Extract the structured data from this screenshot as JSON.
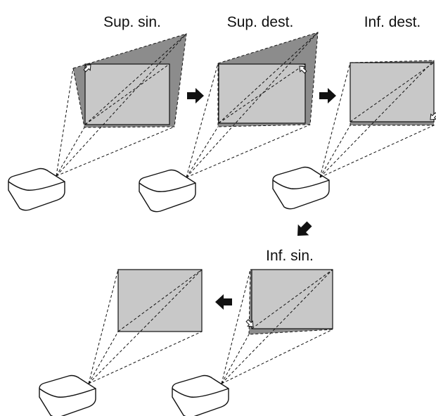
{
  "steps": [
    {
      "label": "Sup. sin."
    },
    {
      "label": "Sup. dest."
    },
    {
      "label": "Inf. dest."
    },
    {
      "label": "Inf. sin."
    }
  ],
  "colors": {
    "keystone_shadow": "#8c8c8c",
    "screen_fill": "#c8c8c8",
    "line": "#111111",
    "arrow_fill": "#111111",
    "corner_marker_fill": "#ffffff"
  },
  "icons": {
    "step_arrow": "black-block-arrow-icon",
    "corner_marker": "white-outline-arrow-icon",
    "projector": "projector-icon"
  }
}
